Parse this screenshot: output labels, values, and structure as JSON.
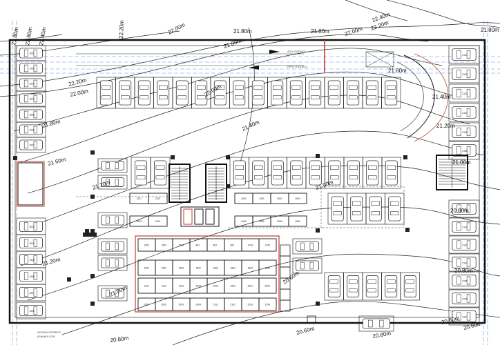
{
  "contours": {
    "top": [
      "22.00m",
      "21.80m",
      "21.80m",
      "22.00m",
      "22.20m",
      "22.40m",
      "21.80m"
    ],
    "left": [
      "21.80m",
      "22.60m",
      "22.40m",
      "22.20m"
    ],
    "interior": [
      "22.20m",
      "22.00m",
      "22.00m",
      "21.80m",
      "21.60m",
      "21.80m",
      "21.40m",
      "21.60m",
      "21.40m",
      "21.20m",
      "21.20m",
      "21.00m",
      "21.00m",
      "21.20m",
      "21.00m",
      "20.80m",
      "20.80m",
      "20.60m",
      "20.60m",
      "20.80m",
      "20.60m",
      "20.60m",
      "20.80m"
    ]
  },
  "ramp_labels": [
    "ΑΠΟ ΥΠΟΓΕΙΟ 1",
    "ΠΡΟΣ ΥΠΟΓΕΙΟ 1"
  ],
  "storage_ids": {
    "row1": [
      "1201",
      "1202",
      "1402",
      "1403",
      "1602",
      "1603"
    ],
    "row2": [
      "1203",
      "1204",
      "1404",
      "1405",
      "1604",
      "1605"
    ],
    "row3": [
      "1502",
      "1503",
      "1504",
      "801",
      "802",
      "803",
      "1704",
      "1705"
    ],
    "row4": [
      "1501",
      "1502",
      "1506",
      "1507",
      "1802",
      "1803",
      "1804",
      "1805"
    ],
    "row5": [
      "1101",
      "1102",
      "1103",
      "2201",
      "2202",
      "2203",
      "2301",
      "2302"
    ],
    "row6": [
      "2001",
      "2002",
      "2003",
      "2004",
      "2101",
      "2102",
      "2103",
      "2104"
    ]
  },
  "left_space_ids": [
    "1001",
    "1002",
    "1003",
    "1004",
    "1005",
    "1006",
    "1007",
    "1008"
  ],
  "right_space_ids": [
    "2101",
    "2102",
    "2103",
    "2104",
    "2105",
    "2106",
    "2107"
  ],
  "footer_note": [
    "ΚΑΤΟΨΗ ΥΠΟΓΕΙΟΥ",
    "ΚΛΙΜΑΚΑ 1:200"
  ]
}
